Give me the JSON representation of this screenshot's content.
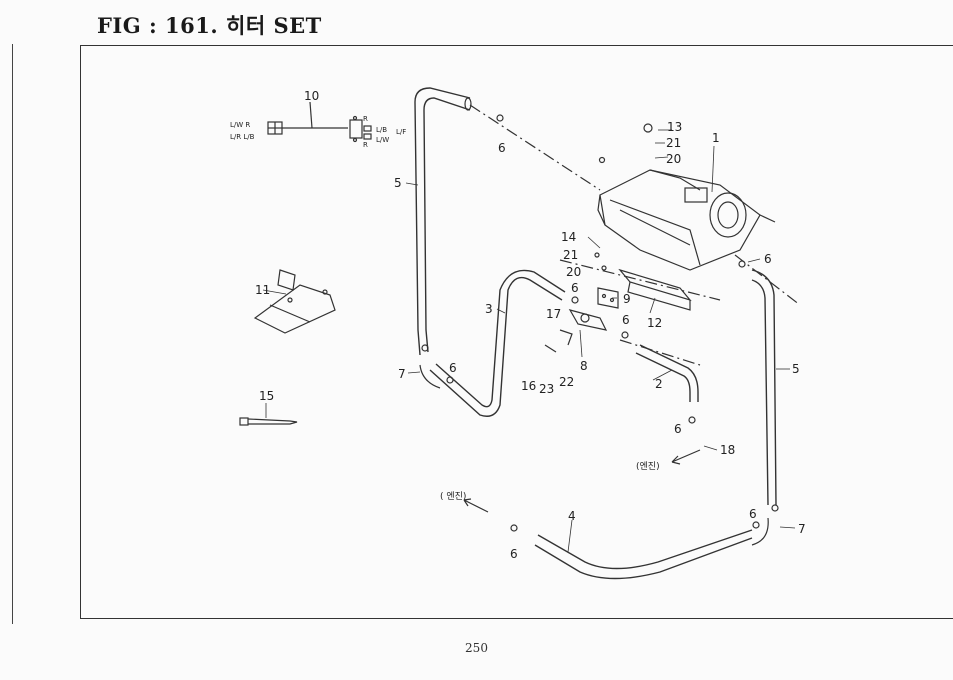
{
  "figure": {
    "title": "FIG : 161. 히터 SET"
  },
  "page_number": "250",
  "callouts": {
    "c1": "1",
    "c2": "2",
    "c3": "3",
    "c4": "4",
    "c5a": "5",
    "c5b": "5",
    "c6a": "6",
    "c6b": "6",
    "c6c": "6",
    "c6d": "6",
    "c6e": "6",
    "c6f": "6",
    "c6g": "6",
    "c6h": "6",
    "c7a": "7",
    "c7b": "7",
    "c8": "8",
    "c9": "9",
    "c10": "10",
    "c11": "11",
    "c12": "12",
    "c13": "13",
    "c14": "14",
    "c15": "15",
    "c16": "16",
    "c17": "17",
    "c18": "18",
    "c20a": "20",
    "c20b": "20",
    "c21a": "21",
    "c21b": "21",
    "c22": "22",
    "c23": "23"
  },
  "wire_labels": {
    "lw_r": "L/W R",
    "lr_lb": "L/R L/B",
    "r_top": "R",
    "r_bottom": "R",
    "lb": "L/B",
    "lw": "L/W",
    "lf": "L/F"
  },
  "annotations": {
    "engine_right": "(엔진)",
    "engine_left": "( 엔진)"
  }
}
